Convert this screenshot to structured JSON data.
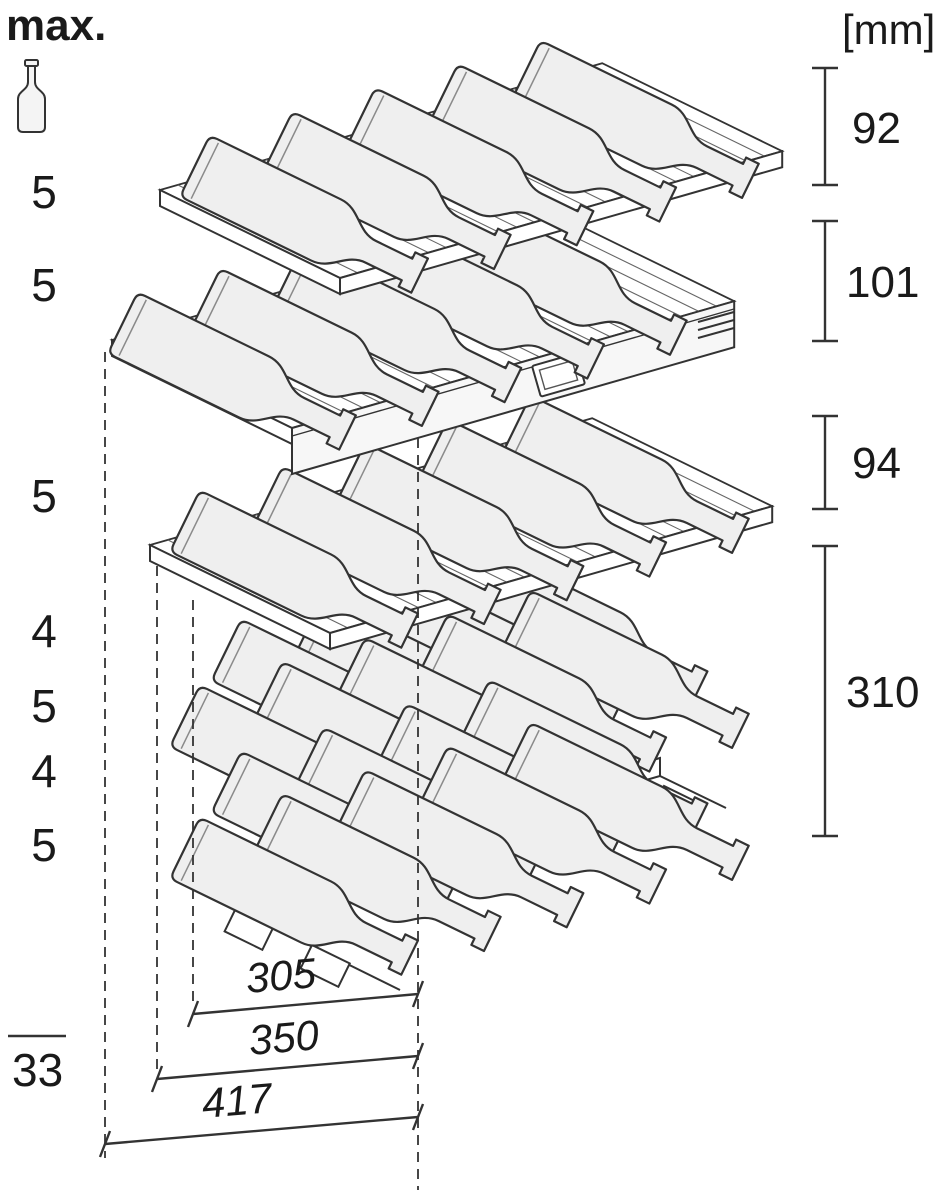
{
  "header": {
    "max": "max.",
    "units": "[mm]"
  },
  "icons": {
    "max_bottle": "standing-bottle-icon"
  },
  "counts": [
    "5",
    "5",
    "5",
    "4",
    "5",
    "4",
    "5"
  ],
  "total": "33",
  "right_dims": [
    "92",
    "101",
    "94",
    "310"
  ],
  "bottom_dims": [
    "305",
    "350",
    "417"
  ],
  "colors": {
    "line": "#333333",
    "bottle_fill": "#efefef",
    "panel_fill": "#f7f7f7",
    "background": "#ffffff",
    "text": "#1a1a1a"
  },
  "diagram": {
    "type": "isometric-line-drawing",
    "subject": "wine-cabinet-bottle-loading-plan",
    "rows_bottle_counts": [
      5,
      5,
      5,
      4,
      5,
      4,
      5
    ],
    "total_bottles": "33"
  }
}
